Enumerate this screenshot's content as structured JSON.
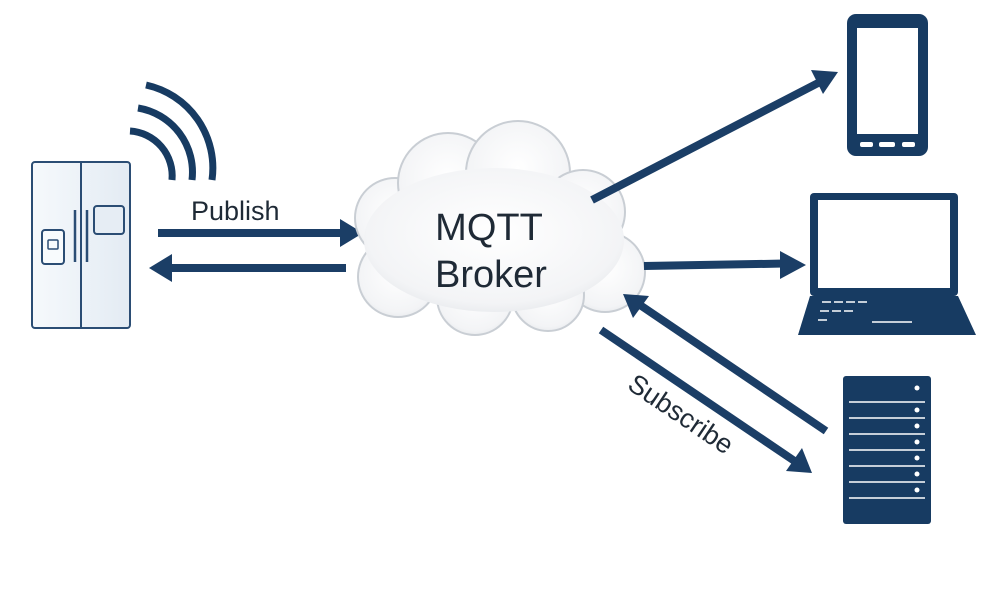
{
  "labels": {
    "publish": "Publish",
    "subscribe": "Subscribe",
    "broker_line1": "MQTT",
    "broker_line2": "Broker"
  },
  "colors": {
    "navy": "#173b62",
    "arrow": "#1b3e66",
    "cloud_edge": "#c9ced4",
    "fridge_fill": "#eef3f8",
    "fridge_edge": "#2b4d74"
  },
  "icons": {
    "publisher": "smart-fridge-icon",
    "signal": "wifi-signal-icon",
    "broker": "cloud-icon",
    "phone": "smartphone-icon",
    "laptop": "laptop-icon",
    "server": "server-rack-icon"
  }
}
